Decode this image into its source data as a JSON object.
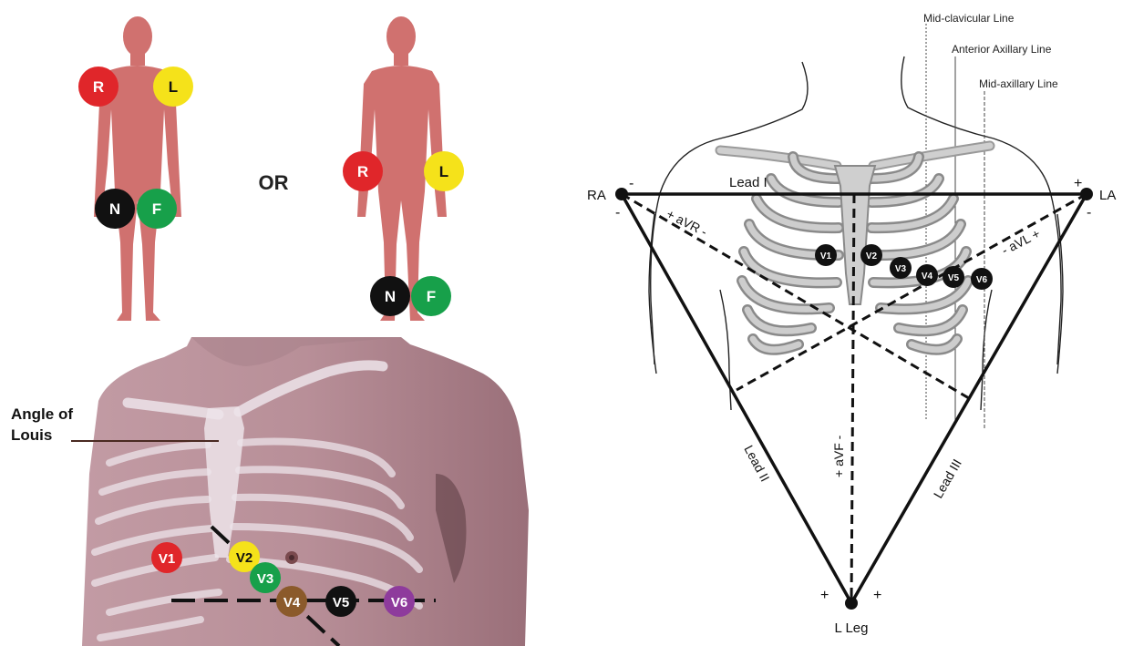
{
  "limb_figures": {
    "figure_a": {
      "right_arm": "R",
      "left_arm": "L",
      "neutral": "N",
      "foot": "F"
    },
    "or_label": "OR",
    "figure_b": {
      "right_arm": "R",
      "left_arm": "L",
      "neutral": "N",
      "foot": "F"
    }
  },
  "chest_photo": {
    "angle_label_line1": "Angle of",
    "angle_label_line2": "Louis",
    "precordial": [
      "V1",
      "V2",
      "V3",
      "V4",
      "V5",
      "V6"
    ]
  },
  "einthoven": {
    "lines": {
      "mid_clavicular": "Mid-clavicular Line",
      "anterior_axillary": "Anterior Axillary Line",
      "mid_axillary": "Mid-axillary Line"
    },
    "vertices": {
      "ra": "RA",
      "la": "LA",
      "leg": "L Leg"
    },
    "leads": {
      "lead_i": "Lead I",
      "lead_ii": "Lead II",
      "lead_iii": "Lead III",
      "avr": "+ aVR -",
      "avl": "- aVL +",
      "avf": "+ aVF -"
    },
    "polarity": {
      "plus": "+",
      "minus": "-"
    },
    "chest_electrodes": [
      "V1",
      "V2",
      "V3",
      "V4",
      "V5",
      "V6"
    ]
  },
  "colors": {
    "skin": "#d0716f",
    "photo_skin": "#b58a93",
    "rib": "#ece4ea",
    "red": "#e0262a",
    "yellow": "#f5e21a",
    "green": "#17a04a",
    "black": "#111111",
    "brown": "#8b5a2b",
    "purple": "#8e3b9c",
    "bone": "#b4b4b4"
  }
}
